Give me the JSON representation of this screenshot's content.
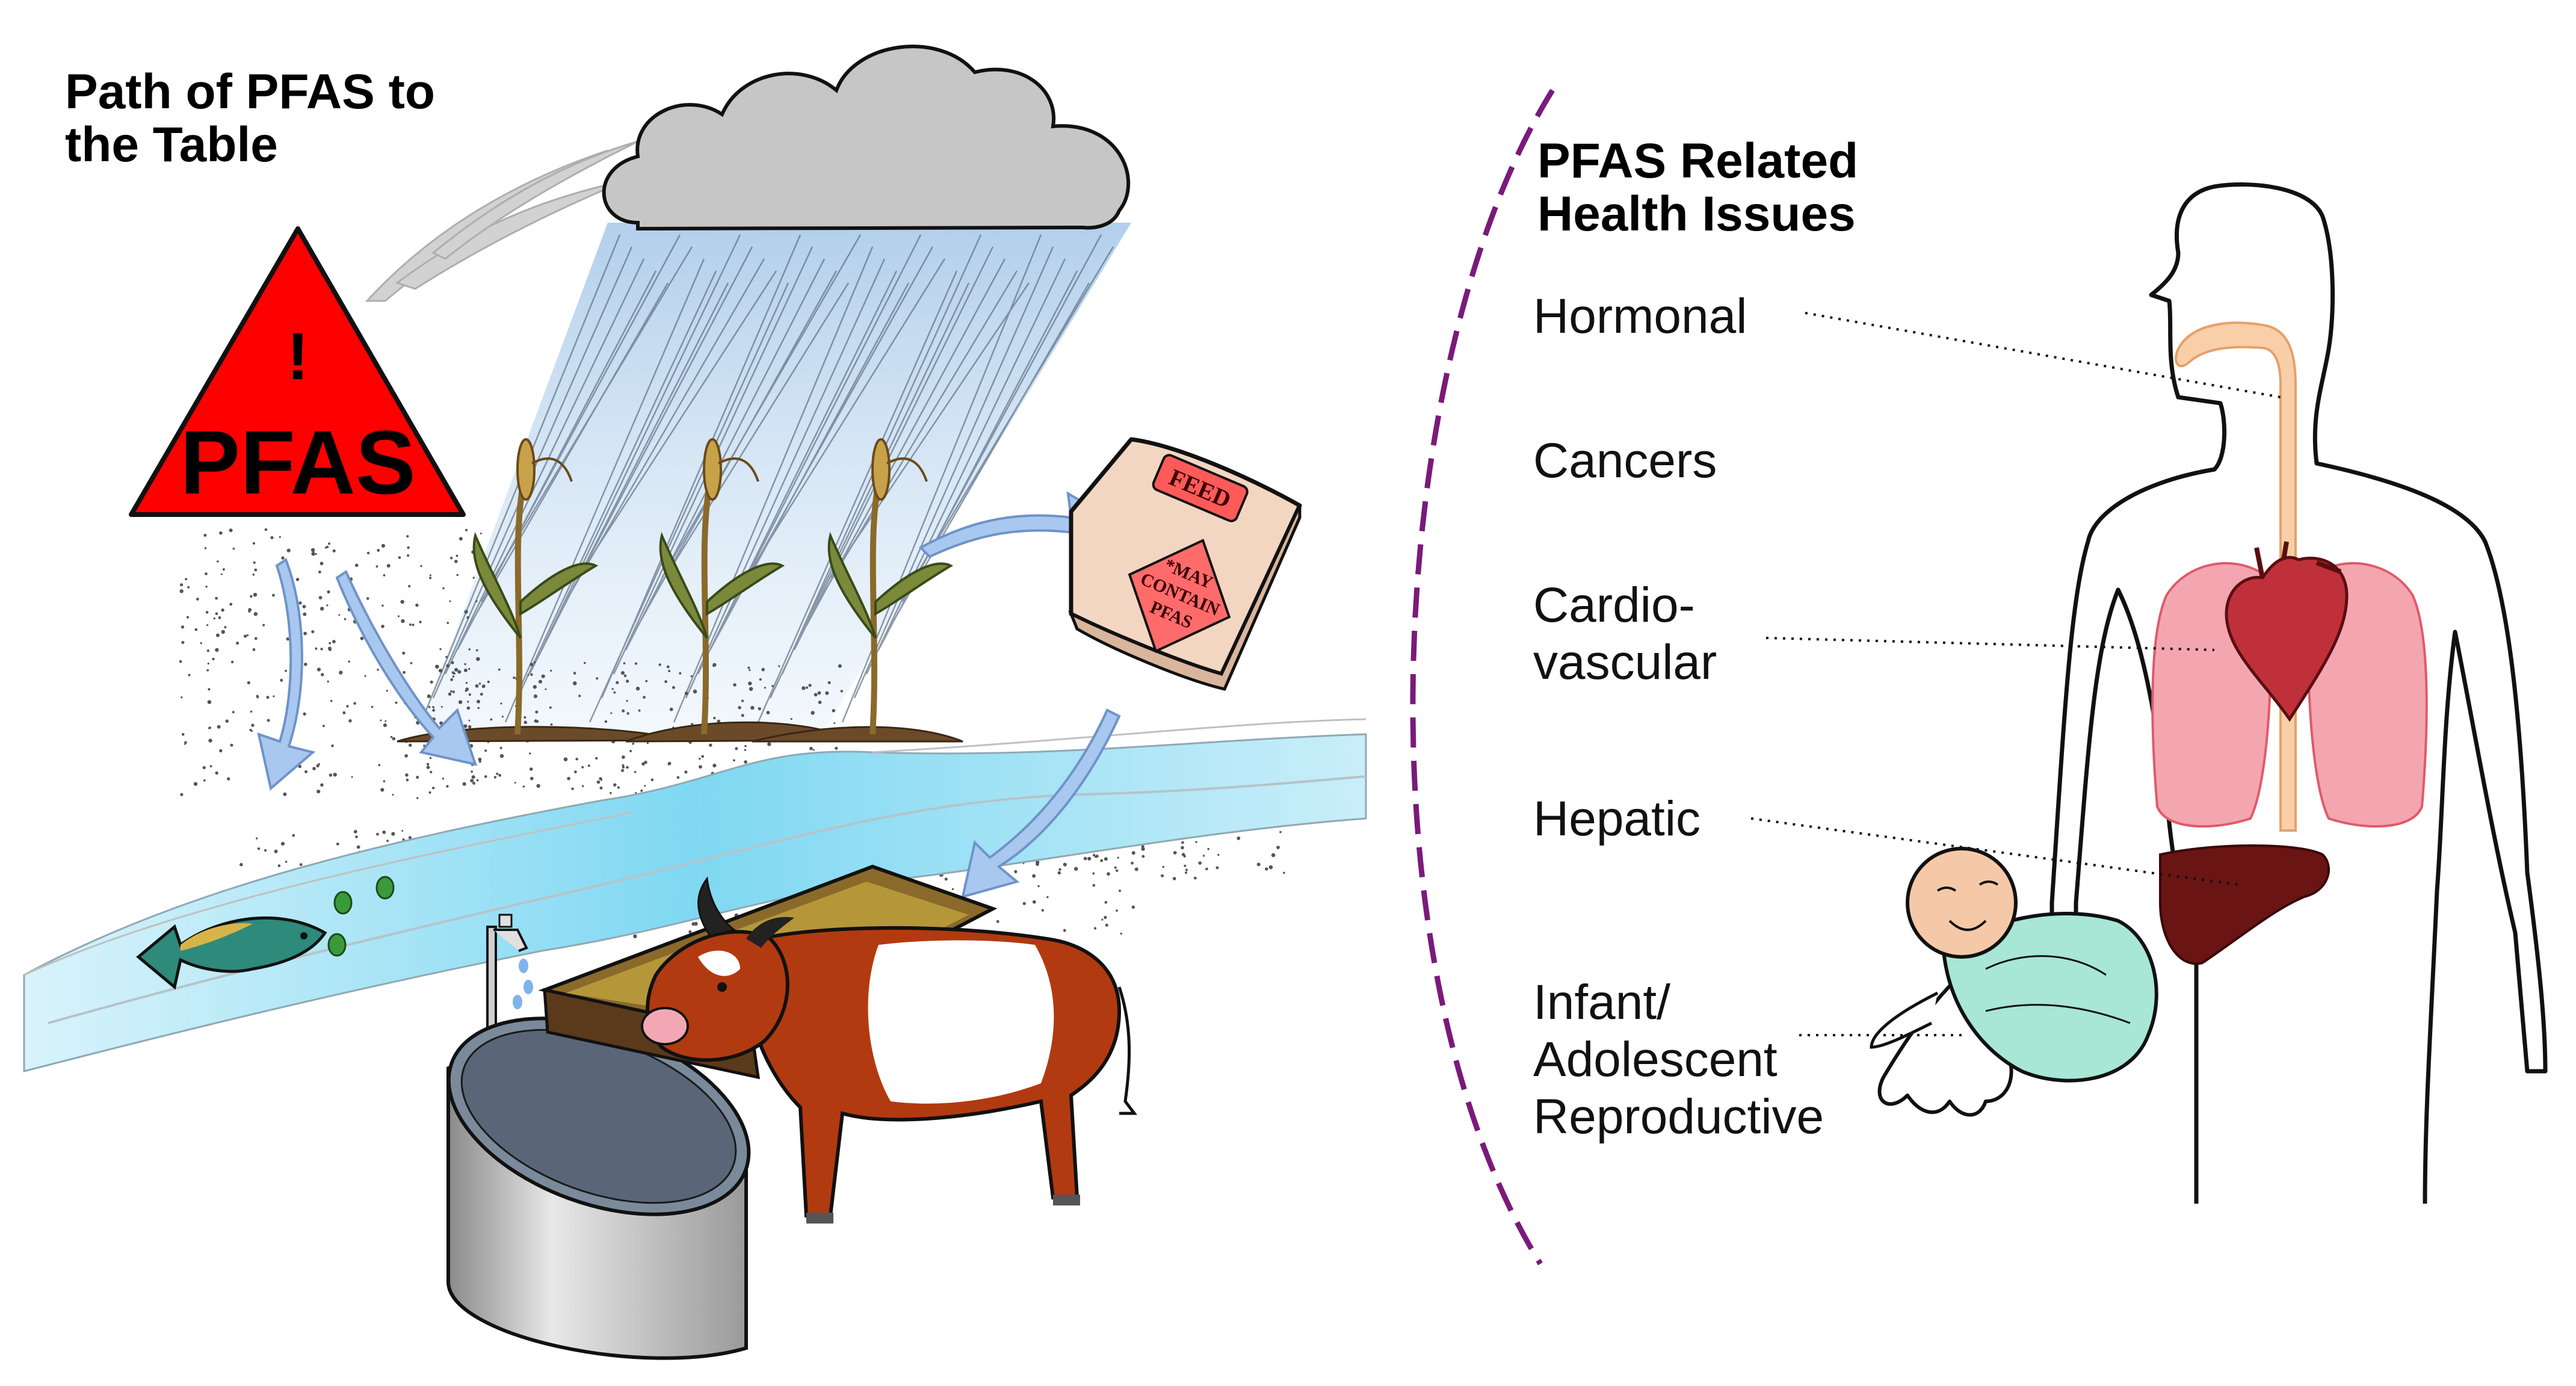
{
  "left_panel": {
    "title_line1": "Path of PFAS to",
    "title_line2": "the Table",
    "warning_sign": {
      "symbol": "!",
      "label": "PFAS",
      "color": "#ff0000"
    },
    "feed_bag": {
      "label": "FEED",
      "stamp_line1": "*MAY",
      "stamp_line2": "CONTAIN",
      "stamp_line3": "PFAS"
    },
    "icons": [
      "rain-cloud-icon",
      "wheat-plant-icon",
      "feed-bag-icon",
      "river",
      "fish-icon",
      "insect-icon",
      "water-tap-icon",
      "water-tank-icon",
      "feed-trough-icon",
      "cow-icon"
    ]
  },
  "right_panel": {
    "title_line1": "PFAS Related",
    "title_line2": "Health Issues",
    "divider_color": "#7a1a7a",
    "issues": [
      {
        "lines": [
          "Hormonal"
        ],
        "organ": "thyroid-icon"
      },
      {
        "lines": [
          "Cancers"
        ],
        "organ": ""
      },
      {
        "lines": [
          "Cardio-",
          "vascular"
        ],
        "organ": "heart-icon"
      },
      {
        "lines": [
          "Hepatic"
        ],
        "organ": "liver-icon"
      },
      {
        "lines": [
          "Infant/",
          "Adolescent",
          "Reproductive"
        ],
        "organ": "infant-icon"
      }
    ]
  }
}
